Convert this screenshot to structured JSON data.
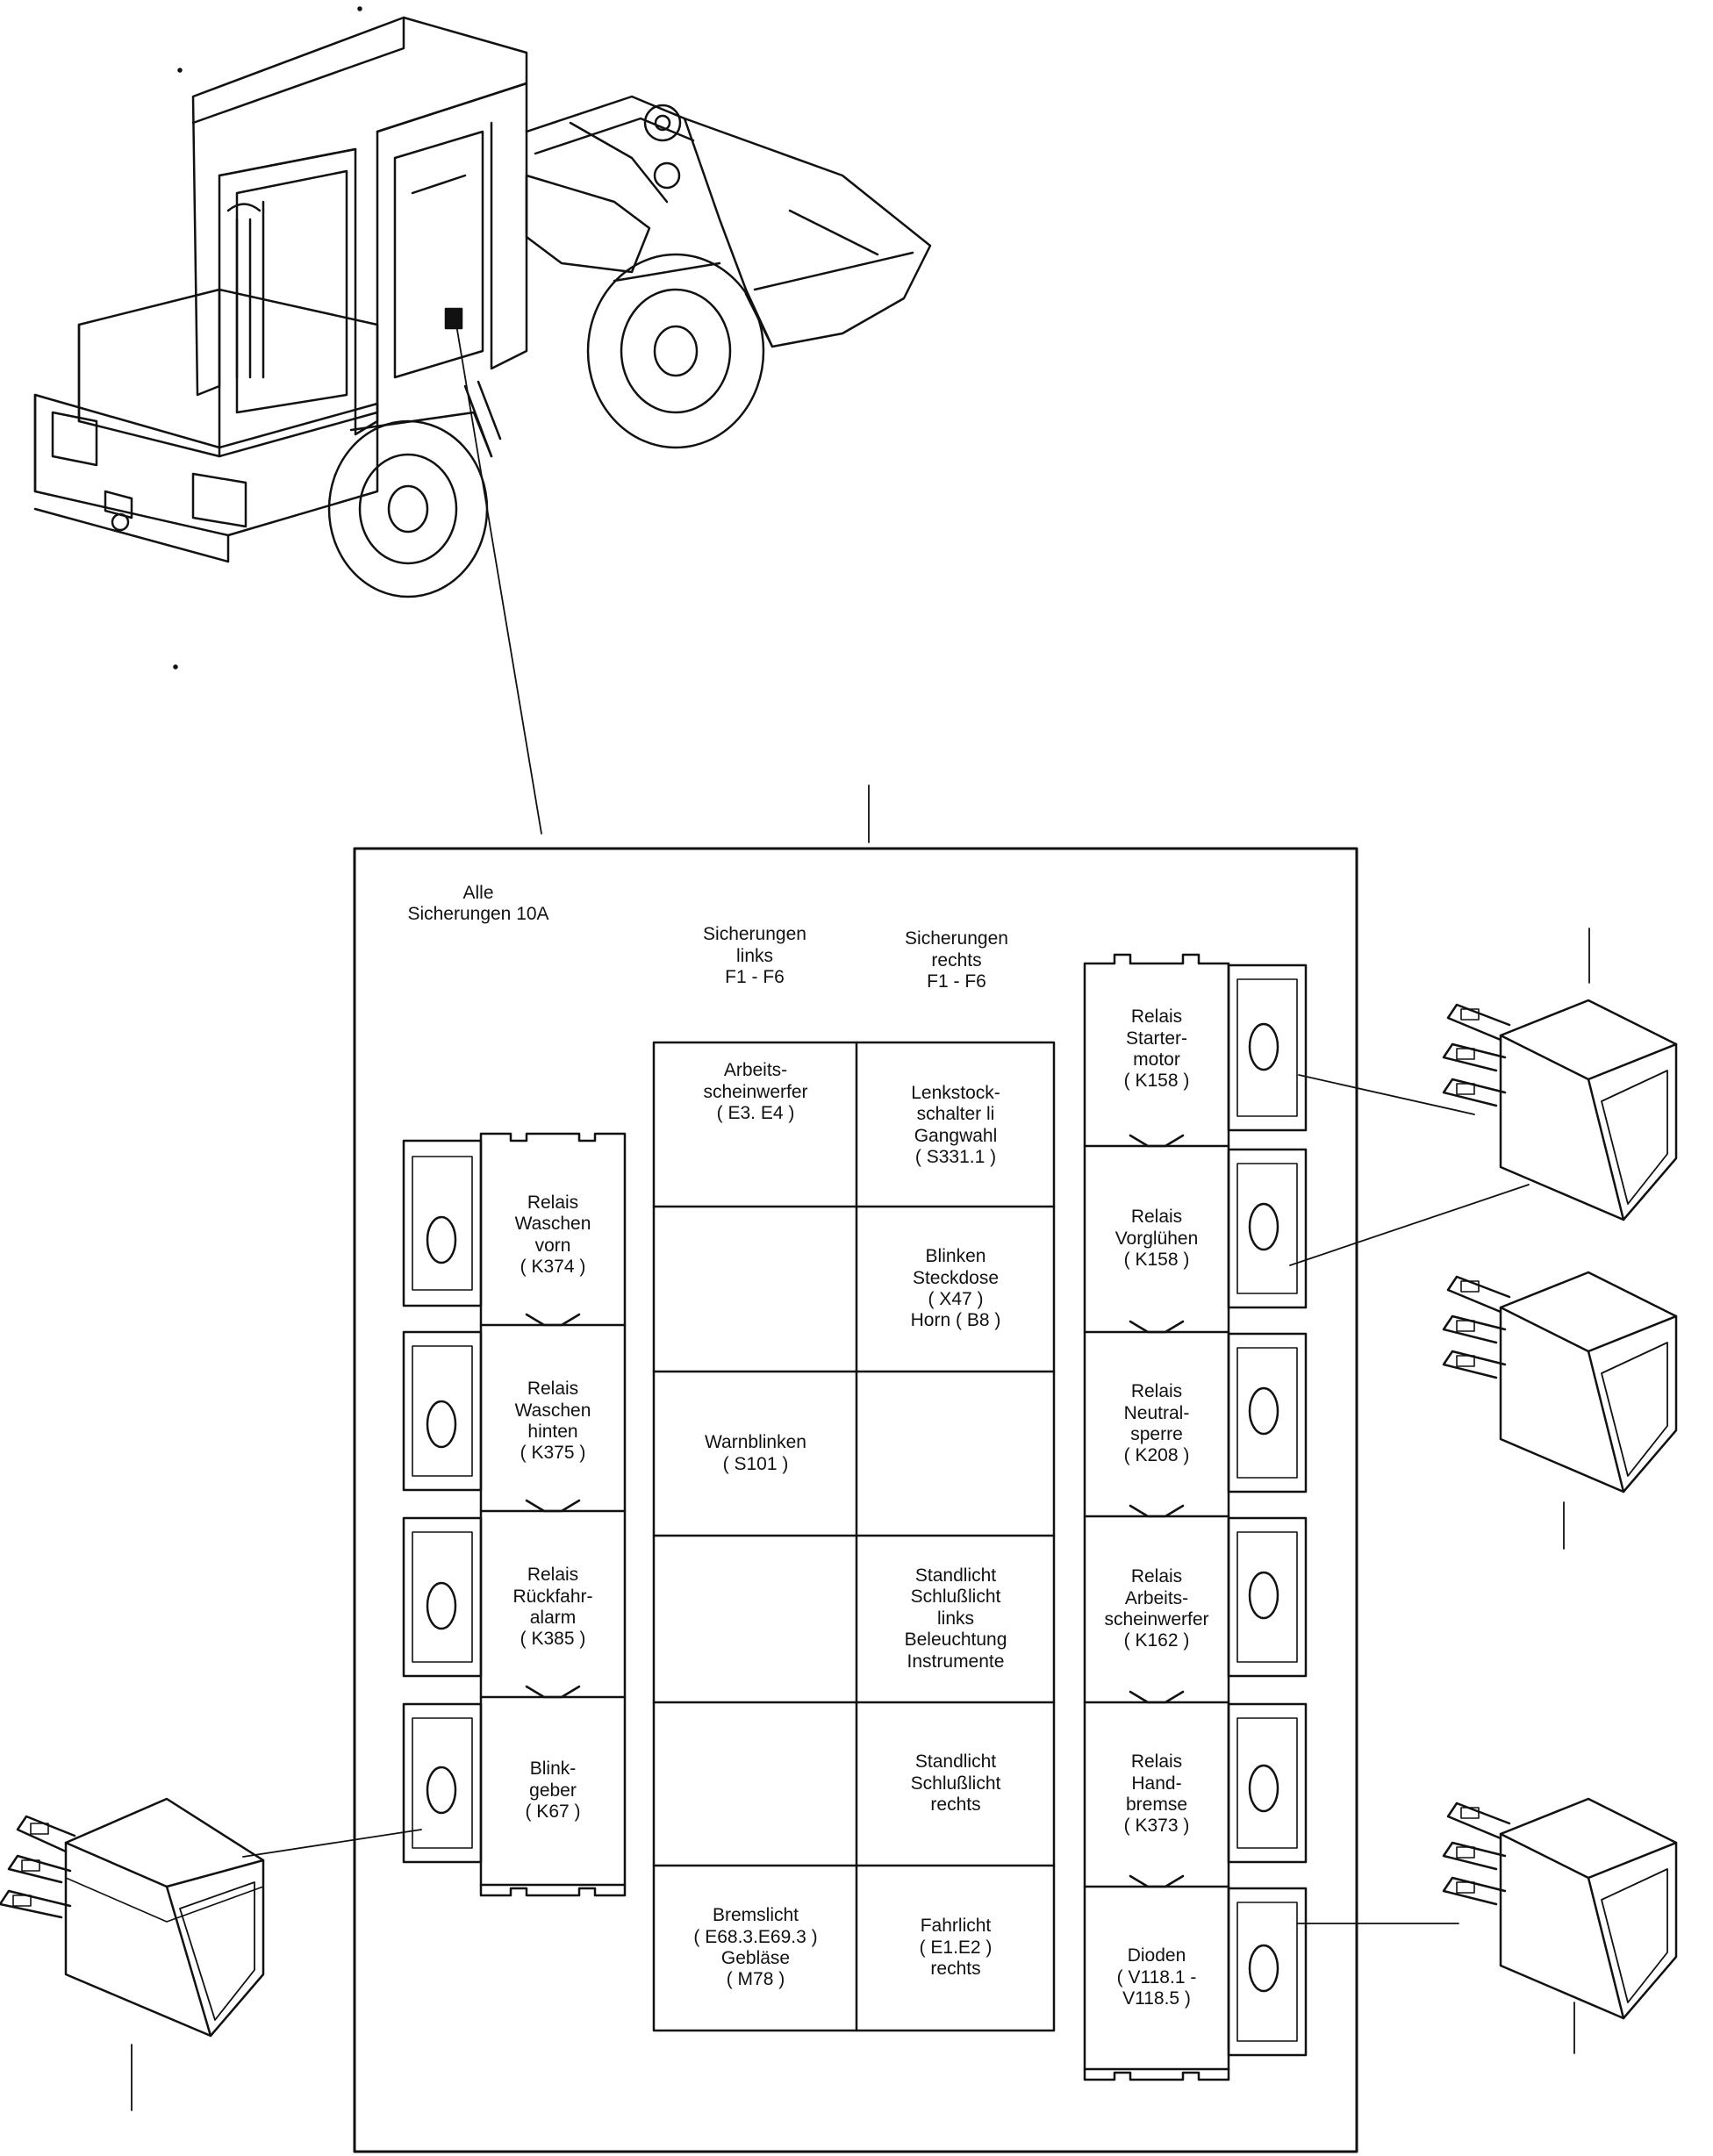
{
  "header": {
    "all_fuses": [
      "Alle",
      "Sicherungen 10A"
    ],
    "fuses_left": [
      "Sicherungen",
      "links",
      "F1 - F6"
    ],
    "fuses_right": [
      "Sicherungen",
      "rechts",
      "F1 - F6"
    ]
  },
  "fuses_left": [
    [
      "Arbeits-",
      "scheinwerfer",
      "( E3. E4 )"
    ],
    [],
    [
      "Warnblinken",
      "( S101 )"
    ],
    [],
    [],
    [
      "Bremslicht",
      "( E68.3.E69.3 )",
      "Gebläse",
      "( M78 )"
    ]
  ],
  "fuses_right": [
    [
      "Lenkstock-",
      "schalter li",
      "Gangwahl",
      "( S331.1 )"
    ],
    [
      "Blinken",
      "Steckdose",
      "( X47 )",
      "Horn ( B8 )"
    ],
    [],
    [
      "Standlicht",
      "Schlußlicht",
      "links",
      "Beleuchtung",
      "Instrumente"
    ],
    [
      "Standlicht",
      "Schlußlicht",
      "rechts"
    ],
    [
      "Fahrlicht",
      "( E1.E2 )",
      "rechts"
    ]
  ],
  "relays_left": [
    [
      "Relais",
      "Waschen",
      "vorn",
      "( K374 )"
    ],
    [
      "Relais",
      "Waschen",
      "hinten",
      "( K375 )"
    ],
    [
      "Relais",
      "Rückfahr-",
      "alarm",
      "( K385 )"
    ],
    [
      "Blink-",
      "geber",
      "( K67 )"
    ]
  ],
  "relays_right": [
    [
      "Relais",
      "Starter-",
      "motor",
      "( K158 )"
    ],
    [
      "Relais",
      "Vorglühen",
      "( K158 )"
    ],
    [
      "Relais",
      "Neutral-",
      "sperre",
      "( K208 )"
    ],
    [
      "Relais",
      "Arbeits-",
      "scheinwerfer",
      "( K162 )"
    ],
    [
      "Relais",
      "Hand-",
      "bremse",
      "( K373 )"
    ],
    [
      "Dioden",
      "( V118.1 -",
      "V118.5 )"
    ]
  ]
}
